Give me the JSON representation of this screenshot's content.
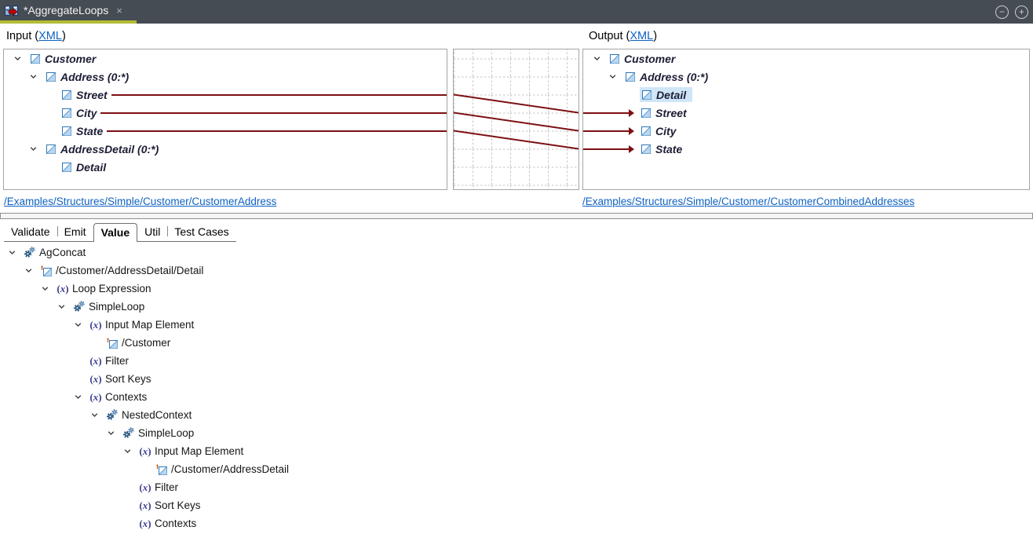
{
  "colors": {
    "accent": "#b2bc35",
    "line": "#7d1012",
    "link": "#0f62c2",
    "sel": "#cfe6f8",
    "navy": "#1c1c35",
    "bar": "#454c53"
  },
  "titlebar": {
    "tab_label": "*AggregateLoops",
    "tab_close": "×",
    "controls": [
      {
        "name": "circle-minus",
        "glyph": "−"
      },
      {
        "name": "circle-plus",
        "glyph": "+"
      }
    ]
  },
  "input_header": {
    "prefix": "Input (",
    "link": "XML",
    "suffix": ")"
  },
  "output_header": {
    "prefix": "Output (",
    "link": "XML",
    "suffix": ")"
  },
  "input_tree": [
    {
      "label": "Customer",
      "level": 0,
      "chevron": true
    },
    {
      "label": "Address (0:*)",
      "level": 1,
      "chevron": true
    },
    {
      "label": "Street",
      "level": 2,
      "line": true
    },
    {
      "label": "City",
      "level": 2,
      "line": true
    },
    {
      "label": "State",
      "level": 2,
      "line": true
    },
    {
      "label": "AddressDetail (0:*)",
      "level": 1,
      "chevron": true
    },
    {
      "label": "Detail",
      "level": 2
    }
  ],
  "output_tree": [
    {
      "label": "Customer",
      "level": 0,
      "chevron": true
    },
    {
      "label": "Address (0:*)",
      "level": 1,
      "chevron": true
    },
    {
      "label": "Detail",
      "level": 2,
      "selected": true
    },
    {
      "label": "Street",
      "level": 2,
      "arrow": true
    },
    {
      "label": "City",
      "level": 2,
      "arrow": true
    },
    {
      "label": "State",
      "level": 2,
      "arrow": true
    }
  ],
  "mappings": [
    {
      "from": 2,
      "to": 3
    },
    {
      "from": 3,
      "to": 4
    },
    {
      "from": 4,
      "to": 5
    }
  ],
  "links": {
    "input_path": "/Examples/Structures/Simple/Customer/CustomerAddress",
    "output_path": "/Examples/Structures/Simple/Customer/CustomerCombinedAddresses"
  },
  "tabs": [
    {
      "label": "Validate"
    },
    {
      "label": "Emit"
    },
    {
      "label": "Value",
      "active": true
    },
    {
      "label": "Util"
    },
    {
      "label": "Test Cases"
    }
  ],
  "value_tree": [
    {
      "label": "AgConcat",
      "level": 0,
      "chevron": true,
      "icon": "gears"
    },
    {
      "label": "/Customer/AddressDetail/Detail",
      "level": 1,
      "chevron": true,
      "icon": "mapelem"
    },
    {
      "label": "Loop Expression",
      "level": 2,
      "chevron": true,
      "icon": "fx"
    },
    {
      "label": "SimpleLoop",
      "level": 3,
      "chevron": true,
      "icon": "gears"
    },
    {
      "label": "Input Map Element",
      "level": 4,
      "chevron": true,
      "icon": "fx"
    },
    {
      "label": "/Customer",
      "level": 5,
      "icon": "mapelem"
    },
    {
      "label": "Filter",
      "level": 4,
      "icon": "fx"
    },
    {
      "label": "Sort Keys",
      "level": 4,
      "icon": "fx"
    },
    {
      "label": "Contexts",
      "level": 4,
      "chevron": true,
      "icon": "fx"
    },
    {
      "label": "NestedContext",
      "level": 5,
      "chevron": true,
      "icon": "gears"
    },
    {
      "label": "SimpleLoop",
      "level": 6,
      "chevron": true,
      "icon": "gears"
    },
    {
      "label": "Input Map Element",
      "level": 7,
      "chevron": true,
      "icon": "fx"
    },
    {
      "label": "/Customer/AddressDetail",
      "level": 8,
      "icon": "mapelem"
    },
    {
      "label": "Filter",
      "level": 7,
      "icon": "fx"
    },
    {
      "label": "Sort Keys",
      "level": 7,
      "icon": "fx"
    },
    {
      "label": "Contexts",
      "level": 7,
      "icon": "fx"
    }
  ]
}
